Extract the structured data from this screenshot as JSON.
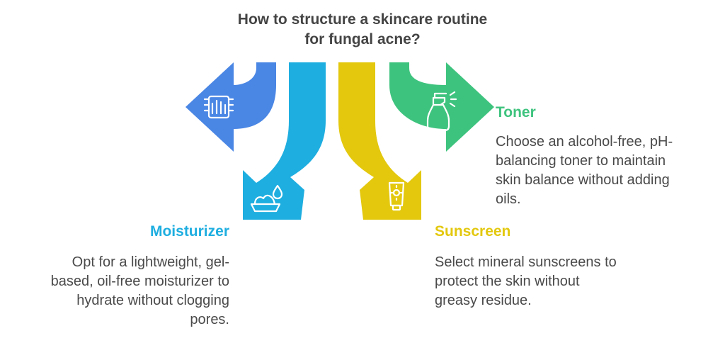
{
  "title": {
    "line1": "How to structure a skincare routine",
    "line2": "for fungal acne?"
  },
  "colors": {
    "blue": "#4A86E4",
    "sky": "#1EAEE0",
    "yellow": "#E3C80E",
    "green": "#3EC37E"
  },
  "icons": {
    "blue": "hand-wipe-icon",
    "sky": "cream-drop-icon",
    "yellow": "sunscreen-tube-icon",
    "green": "spray-bottle-icon"
  },
  "toner": {
    "title": "Toner",
    "lines": [
      "Choose an alcohol-free, pH-",
      "balancing toner to maintain",
      "skin balance without adding",
      "oils."
    ]
  },
  "sunscreen": {
    "title": "Sunscreen",
    "lines": [
      "Select mineral sunscreens to",
      "protect the skin without",
      "greasy residue."
    ]
  },
  "moisturizer": {
    "title": "Moisturizer",
    "lines": [
      "Opt for a lightweight, gel-",
      "based, oil-free moisturizer to",
      "hydrate without clogging",
      "pores."
    ]
  }
}
